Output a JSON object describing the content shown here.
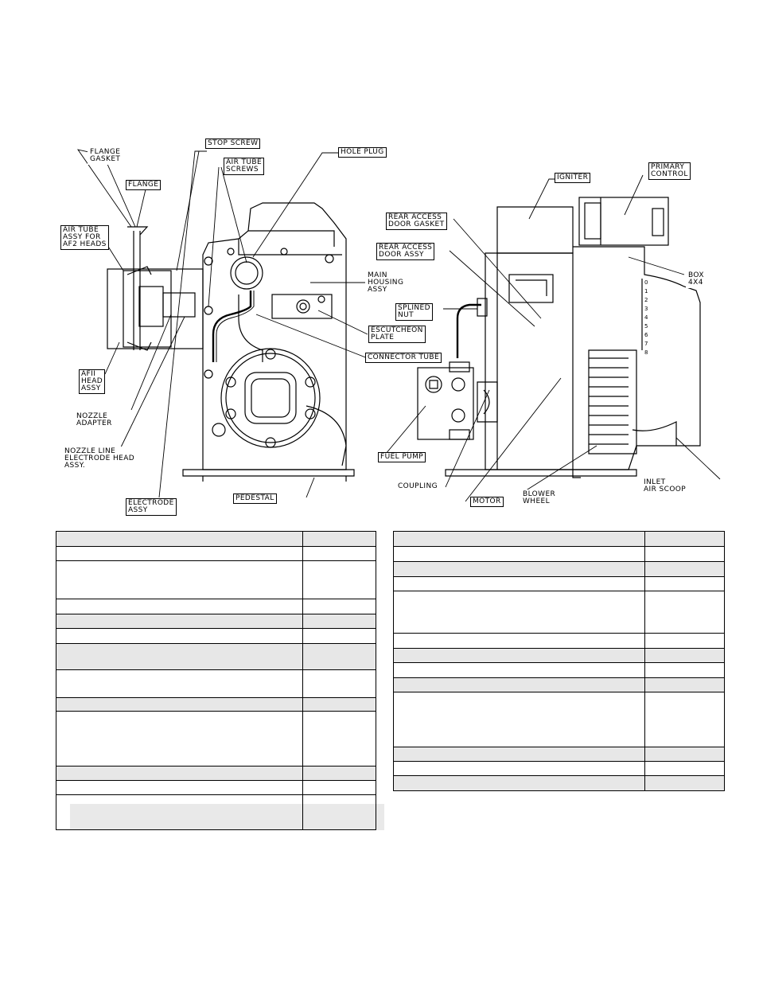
{
  "labels": {
    "flange_gasket": "FLANGE\nGASKET",
    "flange": "FLANGE",
    "air_tube_assy": "AIR TUBE\nASSY FOR\nAF2 HEADS",
    "afii_head_assy": "AFII\nHEAD\nASSY",
    "nozzle_adapter": "NOZZLE\nADAPTER",
    "nozzle_line": "NOZZLE LINE\nELECTRODE HEAD\nASSY.",
    "electrode_assy": "ELECTRODE\nASSY",
    "stop_screw": "STOP SCREW",
    "air_tube_screws": "AIR TUBE\nSCREWS",
    "hole_plug": "HOLE PLUG",
    "main_housing": "MAIN\nHOUSING\nASSY",
    "escutcheon_plate": "ESCUTCHEON\nPLATE",
    "connector_tube": "CONNECTOR TUBE",
    "pedestal": "PEDESTAL",
    "igniter": "IGNITER",
    "primary_control": "PRIMARY\nCONTROL",
    "rear_access_gasket": "REAR ACCESS\nDOOR GASKET",
    "rear_access_assy": "REAR ACCESS\nDOOR ASSY",
    "splined_nut": "SPLINED\nNUT",
    "box_4x4": "BOX\n4X4",
    "fuel_pump": "FUEL PUMP",
    "coupling": "COUPLING",
    "motor": "MOTOR",
    "blower_wheel": "BLOWER\nWHEEL",
    "inlet_air_scoop": "INLET\nAIR SCOOP"
  },
  "dial_numbers": [
    "0",
    "1",
    "2",
    "3",
    "4",
    "5",
    "6",
    "7",
    "8"
  ],
  "colors": {
    "line": "#000000",
    "shade": "#e7e7e7"
  }
}
